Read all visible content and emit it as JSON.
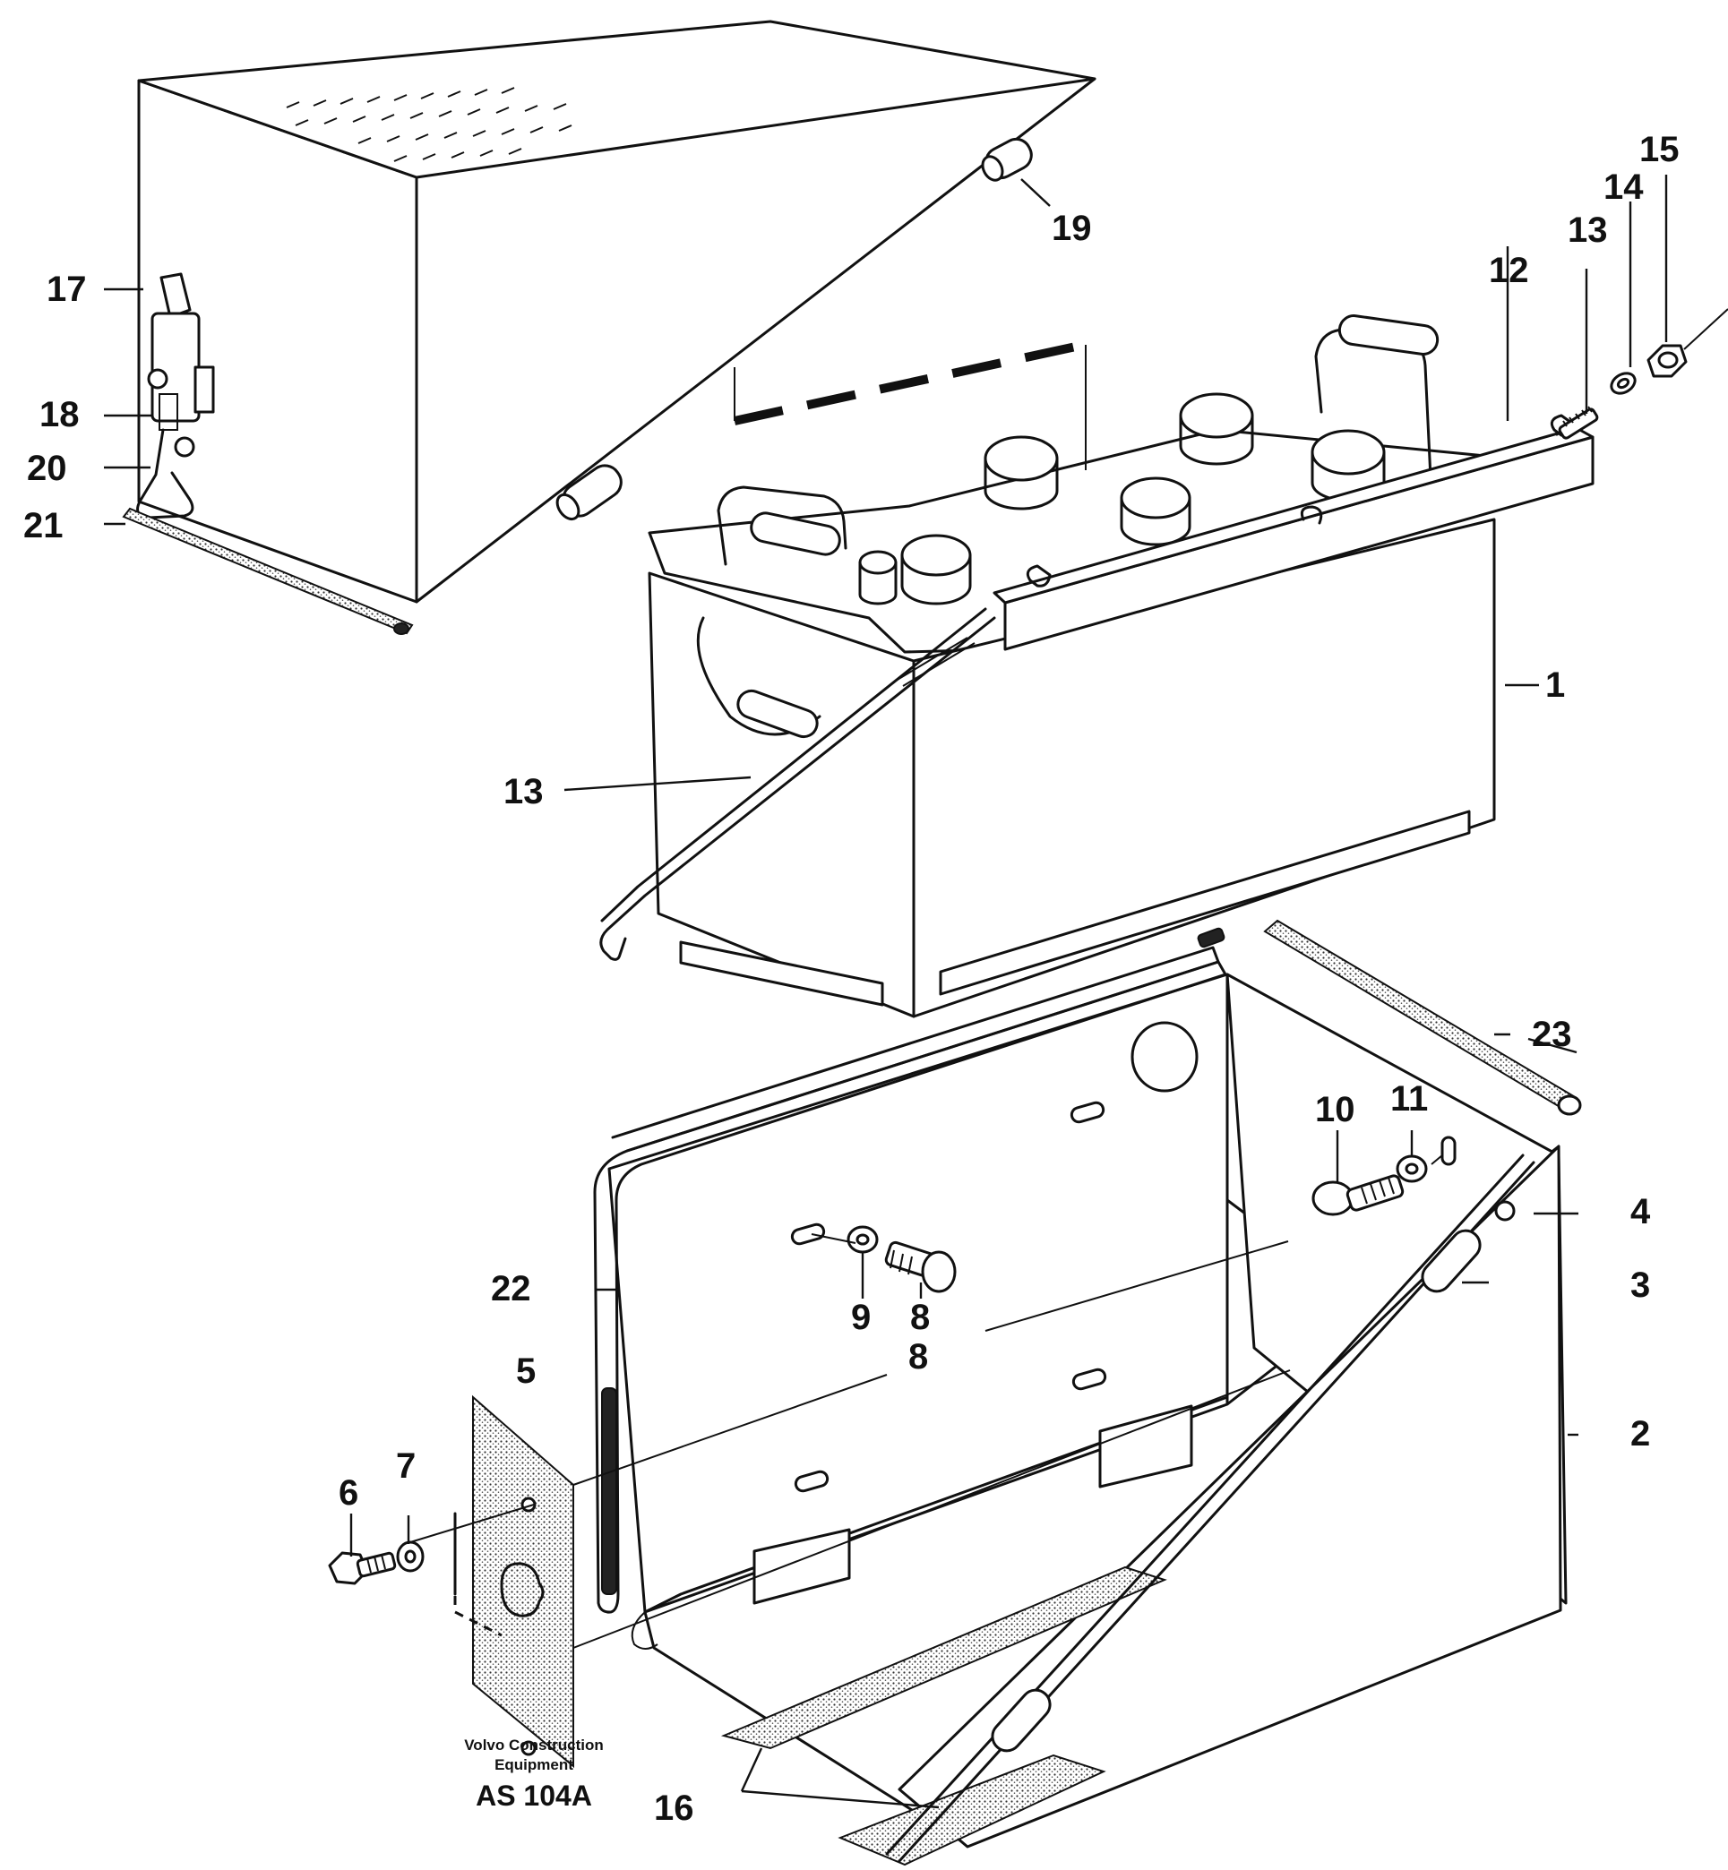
{
  "callouts": [
    {
      "id": "c1",
      "text": "1"
    },
    {
      "id": "c2",
      "text": "2"
    },
    {
      "id": "c3",
      "text": "3"
    },
    {
      "id": "c4",
      "text": "4"
    },
    {
      "id": "c5",
      "text": "5"
    },
    {
      "id": "c6",
      "text": "6"
    },
    {
      "id": "c7",
      "text": "7"
    },
    {
      "id": "c8a",
      "text": "8"
    },
    {
      "id": "c8b",
      "text": "8"
    },
    {
      "id": "c9",
      "text": "9"
    },
    {
      "id": "c10",
      "text": "10"
    },
    {
      "id": "c11",
      "text": "11"
    },
    {
      "id": "c12",
      "text": "12"
    },
    {
      "id": "c13a",
      "text": "13"
    },
    {
      "id": "c13b",
      "text": "13"
    },
    {
      "id": "c14",
      "text": "14"
    },
    {
      "id": "c15",
      "text": "15"
    },
    {
      "id": "c16",
      "text": "16"
    },
    {
      "id": "c17",
      "text": "17"
    },
    {
      "id": "c18",
      "text": "18"
    },
    {
      "id": "c19",
      "text": "19"
    },
    {
      "id": "c20",
      "text": "20"
    },
    {
      "id": "c21",
      "text": "21"
    },
    {
      "id": "c22",
      "text": "22"
    },
    {
      "id": "c23",
      "text": "23"
    }
  ],
  "caption": {
    "line1": "Volvo Construction",
    "line2": "Equipment",
    "code": "AS 104A"
  }
}
